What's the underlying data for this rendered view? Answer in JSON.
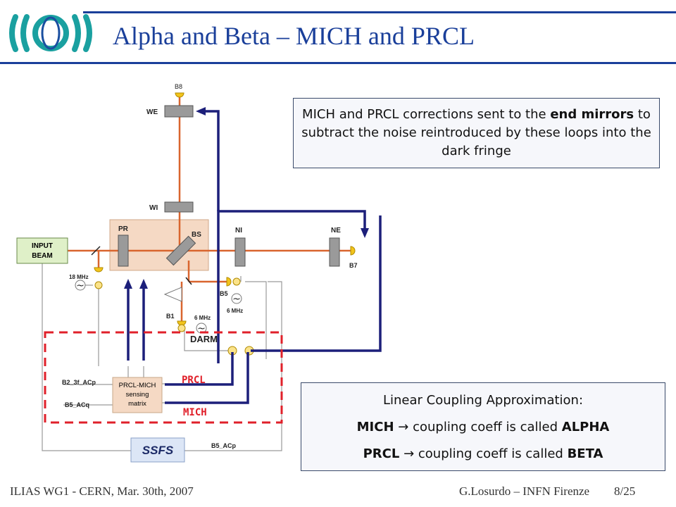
{
  "slide": {
    "title": "Alpha and Beta – MICH and PRCL",
    "footer_left": "ILIAS WG1 - CERN, Mar. 30th, 2007",
    "footer_right": "G.Losurdo – INFN Firenze",
    "page": "8/25"
  },
  "note_top": {
    "part1": "MICH and PRCL corrections sent to the ",
    "bold": "end mirrors",
    "part2": " to subtract the noise reintroduced by these loops into the dark fringe"
  },
  "note_bottom": {
    "heading": "Linear Coupling Approximation:",
    "line1_left": "MICH",
    "line1_right": "coupling coeff is called ",
    "line1_bold": "ALPHA",
    "line2_left": "PRCL",
    "line2_right": "coupling coeff is called ",
    "line2_bold": "BETA",
    "arrow": "→"
  },
  "diagram": {
    "input_beam": [
      "INPUT",
      "BEAM"
    ],
    "labels": {
      "b8": "B8",
      "we": "WE",
      "wi": "WI",
      "pr": "PR",
      "bs": "BS",
      "ni": "NI",
      "ne": "NE",
      "b7": "B7",
      "b5": "B5",
      "b1": "B1",
      "mhz18": "18 MHz",
      "mhz6a": "6 MHz",
      "mhz6b": "6 MHz",
      "darm": "DARM",
      "b2": "B2_3f_ACp",
      "b5acq": "B5_ACq",
      "b5acp": "B5_ACp",
      "sensing": [
        "PRCL-MICH",
        "sensing",
        "matrix"
      ],
      "ssfs": "SSFS",
      "prcl": "PRCL",
      "mich": "MICH",
      "tilde": "~"
    },
    "colors": {
      "beam": "#d9652e",
      "arrow": "#1c1f7a",
      "dashed": "#e0202a",
      "box": "#f5d9c4",
      "mirror": "#8a8a8a"
    }
  }
}
